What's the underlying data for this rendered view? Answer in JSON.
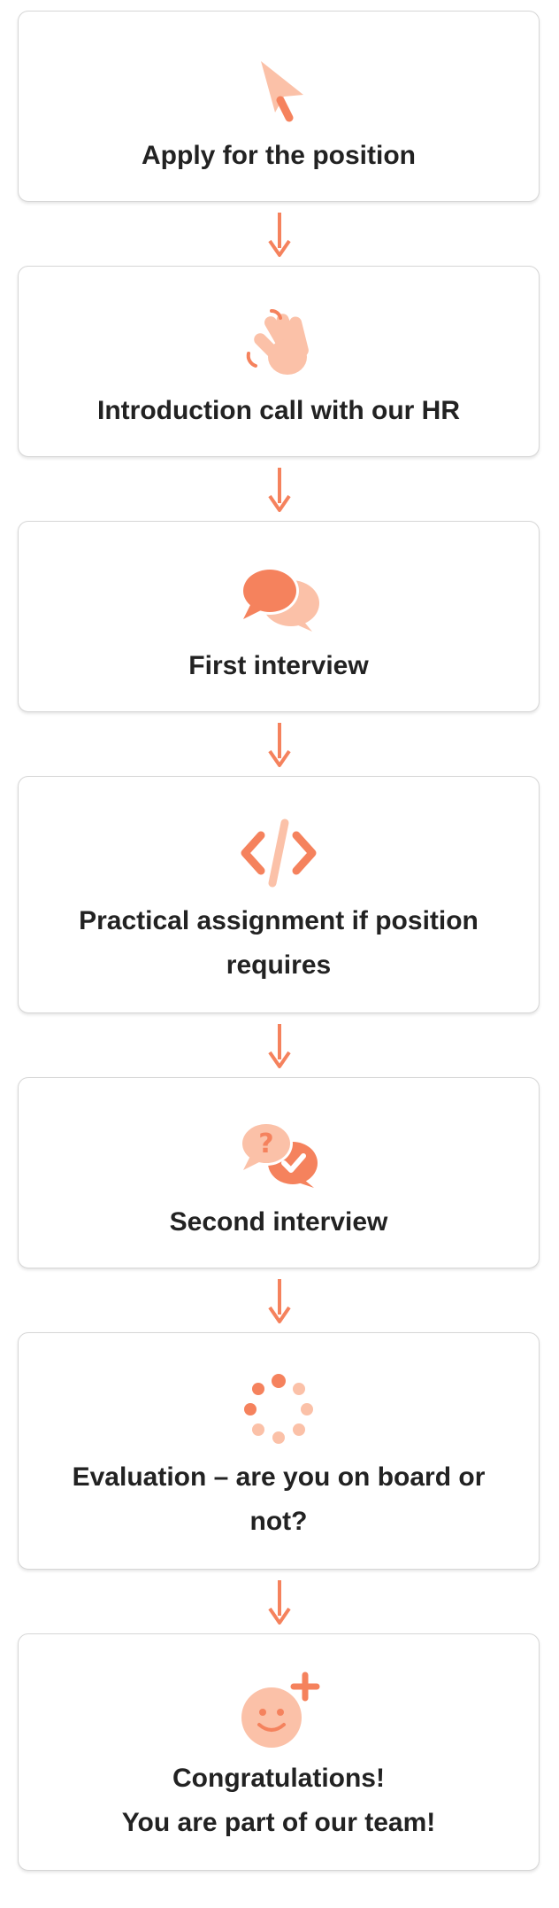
{
  "colors": {
    "accent": "#F5825D",
    "accent_light": "#FBC1A8",
    "card_border": "#D6D6D6",
    "text": "#222222"
  },
  "steps": [
    {
      "icon": "cursor-icon",
      "label": "Apply for the position"
    },
    {
      "icon": "waving-hand-icon",
      "label": "Introduction call with our HR"
    },
    {
      "icon": "chat-bubbles-icon",
      "label": "First interview"
    },
    {
      "icon": "code-icon",
      "label": "Practical assignment if position requires"
    },
    {
      "icon": "question-check-bubbles-icon",
      "label": "Second interview"
    },
    {
      "icon": "loading-dots-icon",
      "label": "Evaluation – are you on board or not?"
    },
    {
      "icon": "smiley-plus-icon",
      "label_line1": "Congratulations!",
      "label_line2": "You are part of our team!"
    }
  ]
}
